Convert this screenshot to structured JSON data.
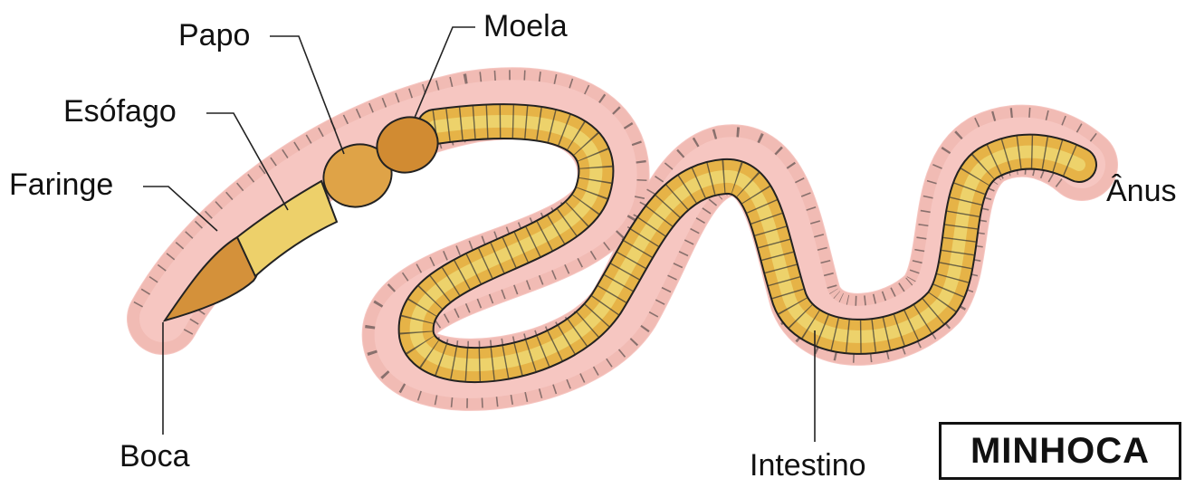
{
  "diagram": {
    "title": "MINHOCA",
    "labels": {
      "papo": "Papo",
      "moela": "Moela",
      "esofago": "Esófago",
      "faringe": "Faringe",
      "boca": "Boca",
      "anus": "Ânus",
      "intestino": "Intestino"
    },
    "colors": {
      "body": "#f6c6c1",
      "body_edge": "#d98f88",
      "gut_light": "#f0df7a",
      "gut_dark": "#cf8a2e",
      "outline": "#222222"
    }
  }
}
